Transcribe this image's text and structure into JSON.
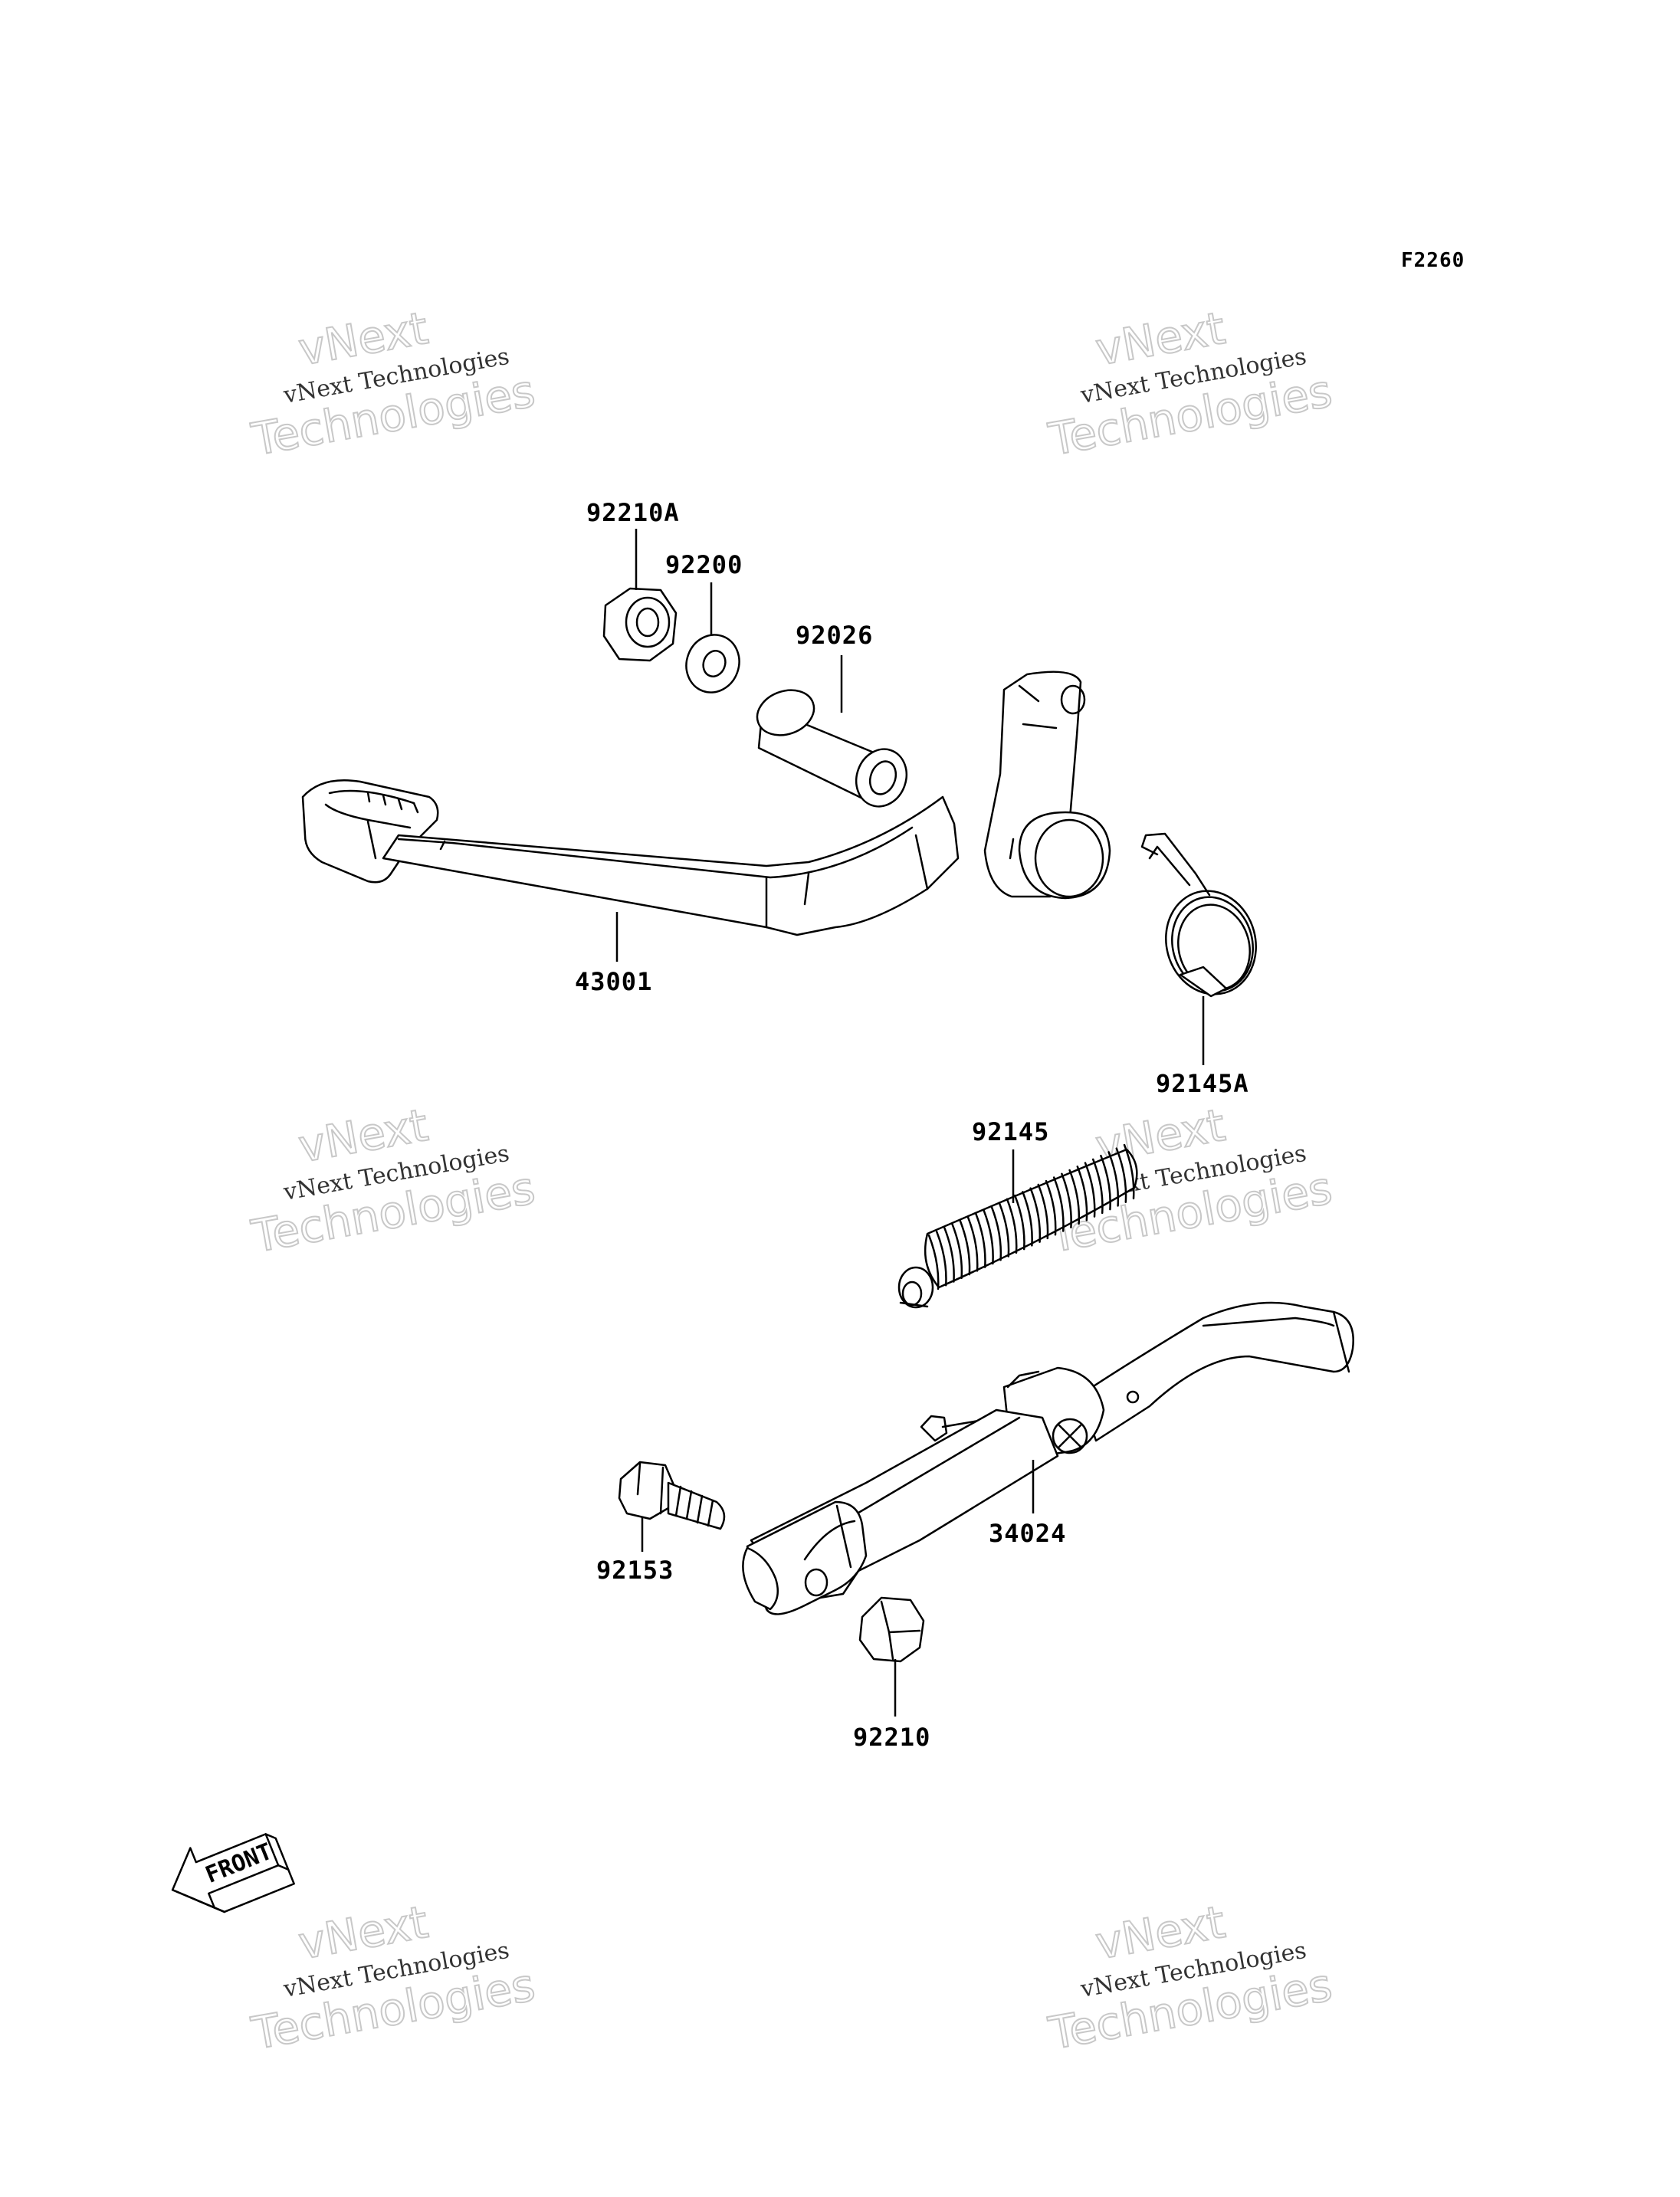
{
  "diagram": {
    "ref_code": "F2260",
    "watermark": {
      "line1": "vNext Technologies",
      "line2_a": "vNext",
      "line2_b": "Technologies"
    },
    "front_label": "FRONT",
    "parts": [
      {
        "number": "92210A"
      },
      {
        "number": "92200"
      },
      {
        "number": "92026"
      },
      {
        "number": "43001"
      },
      {
        "number": "92145A"
      },
      {
        "number": "92145"
      },
      {
        "number": "92153"
      },
      {
        "number": "34024"
      },
      {
        "number": "92210"
      }
    ]
  }
}
